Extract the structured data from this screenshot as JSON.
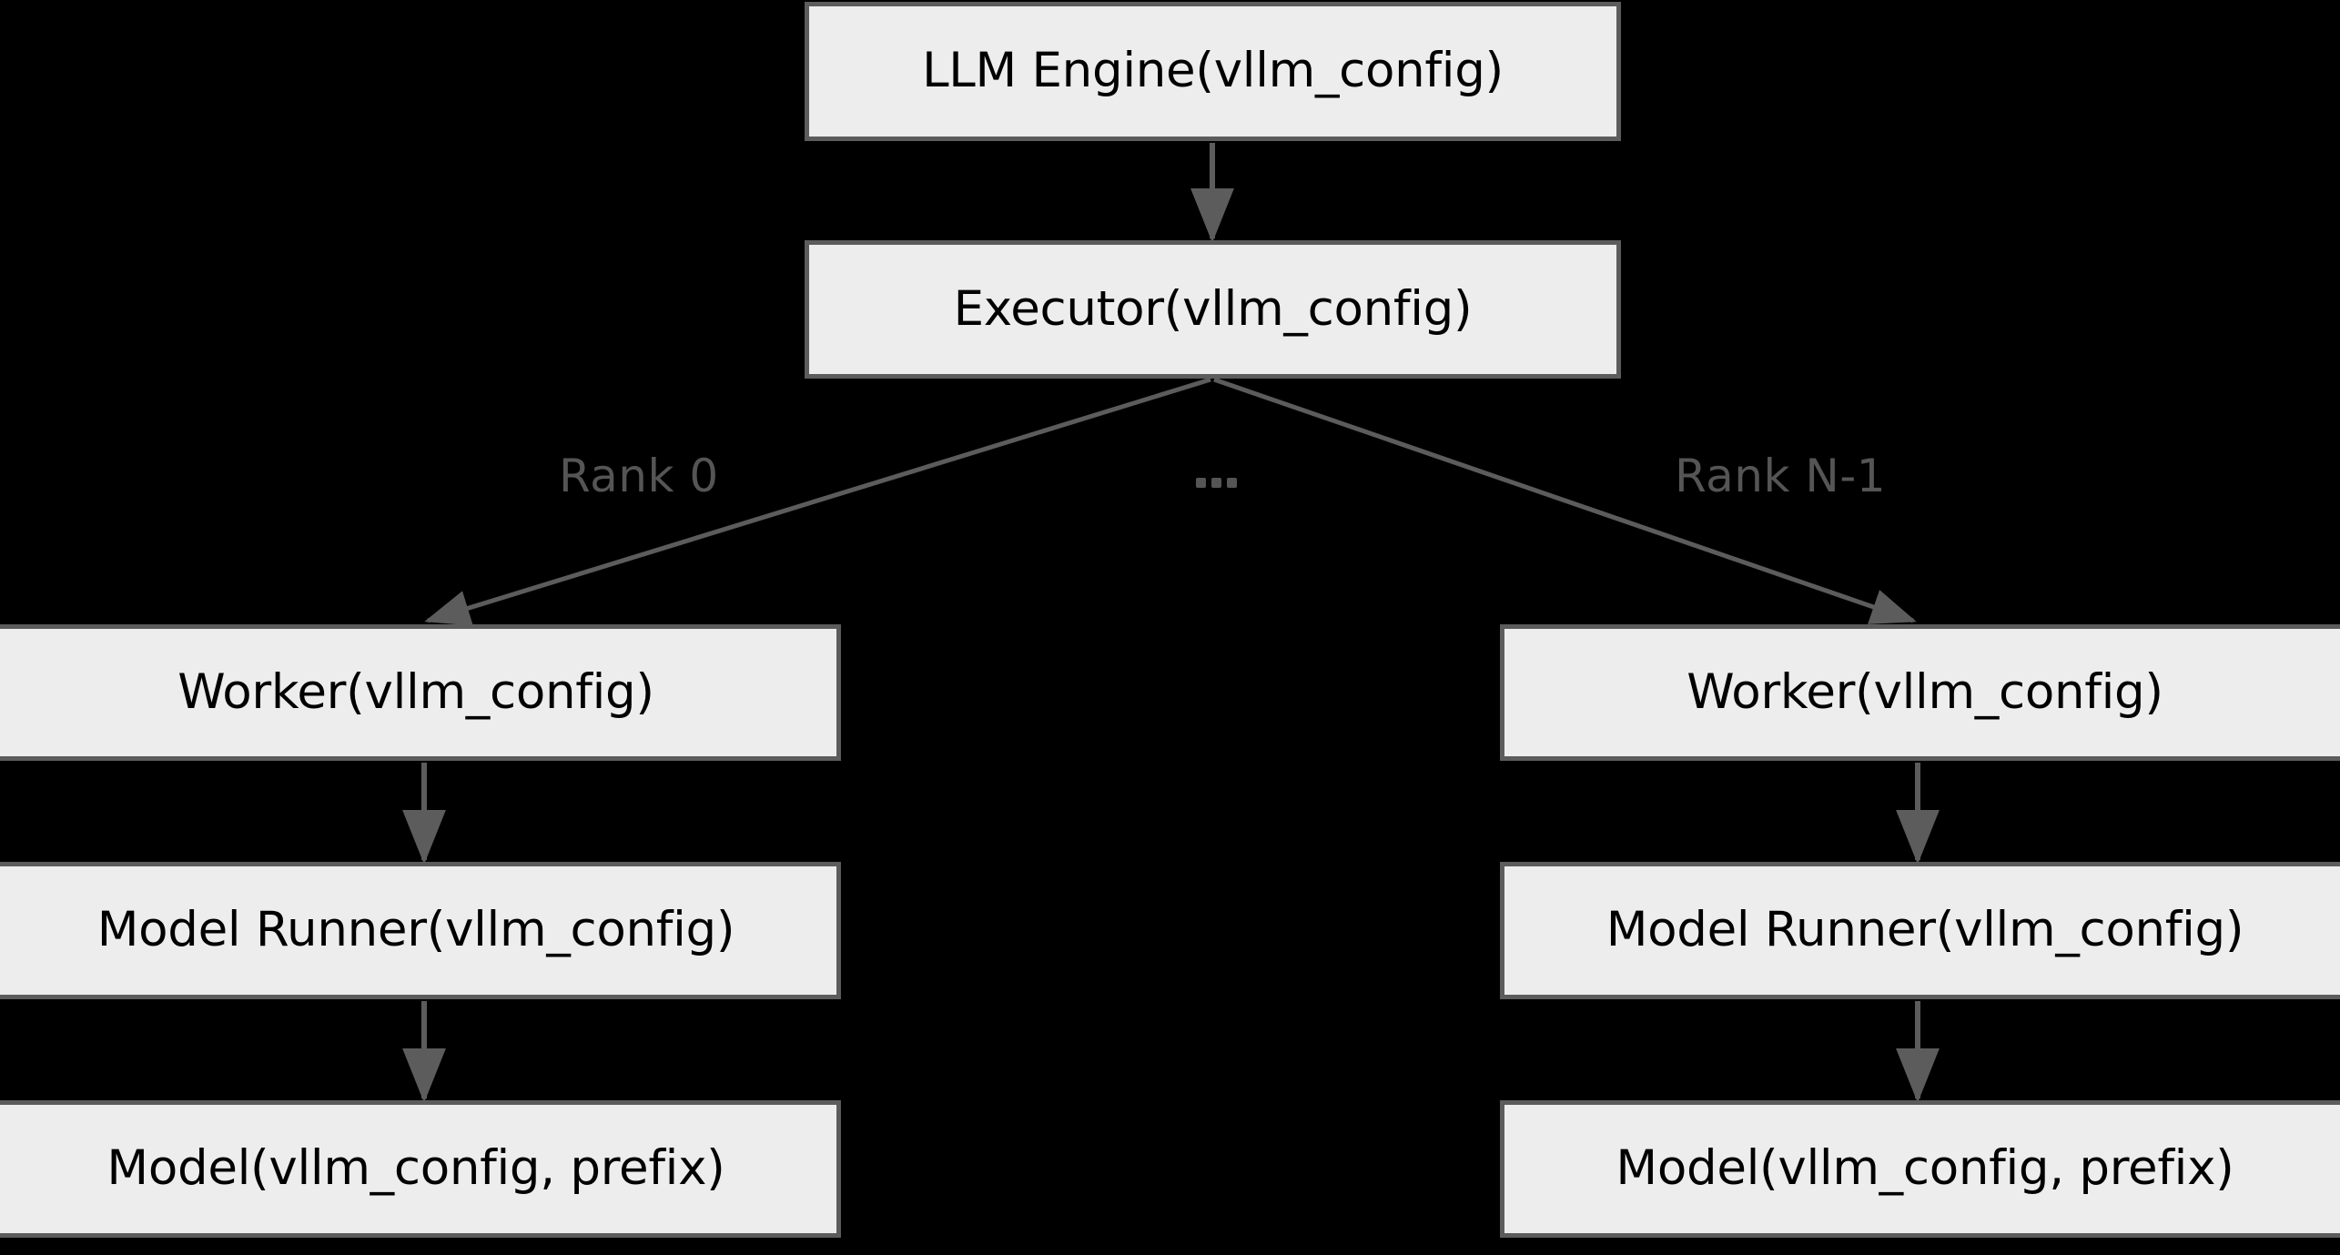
{
  "diagram": {
    "title": "vLLM Engine Executor Worker Hierarchy",
    "background_color": "#000000",
    "node_fill_color": "#ededed",
    "node_border_color": "#5c5c5c",
    "node_text_color": "#000000",
    "edge_color": "#5c5c5c",
    "edge_label_color": "#555555",
    "nodes": {
      "llm_engine": "LLM Engine(vllm_config)",
      "executor": "Executor(vllm_config)",
      "worker_left": "Worker(vllm_config)",
      "model_runner_left": "Model Runner(vllm_config)",
      "model_left": "Model(vllm_config, prefix)",
      "worker_right": "Worker(vllm_config)",
      "model_runner_right": "Model Runner(vllm_config)",
      "model_right": "Model(vllm_config, prefix)"
    },
    "edge_labels": {
      "rank_zero": "Rank 0",
      "ellipsis": "...",
      "rank_n_minus_one": "Rank N-1"
    }
  }
}
